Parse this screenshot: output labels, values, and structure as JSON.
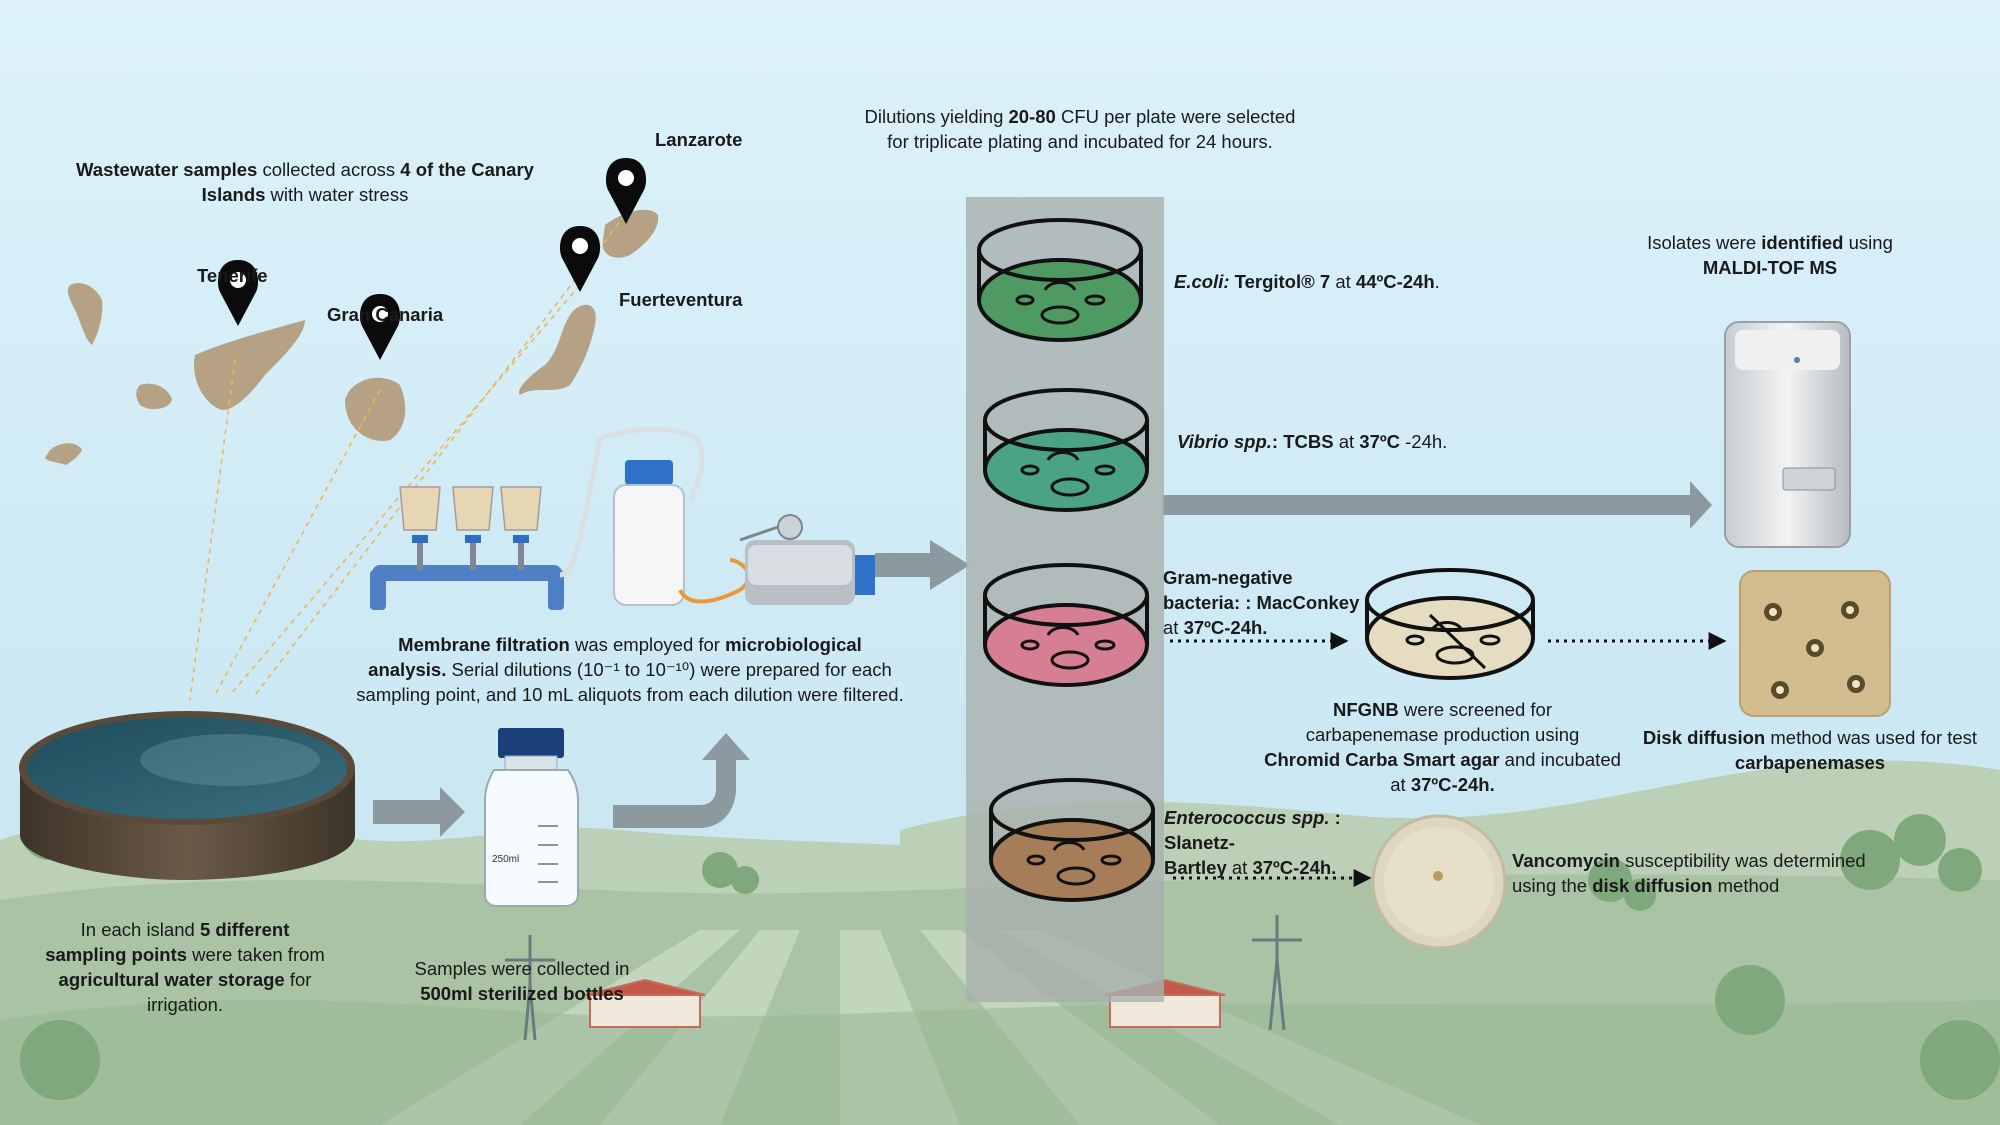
{
  "palette": {
    "sky": "#d9f0f8",
    "hill": "#b9cdb4",
    "field": "#9cba9a",
    "island": "#b5a285",
    "column": "#a8b0ac",
    "arrow": "#8c9aa0",
    "agar_green": "#4f9a63",
    "agar_teal": "#4aa383",
    "agar_pink": "#d77f92",
    "agar_brown": "#a57d58",
    "agar_cream": "#e6dcc1"
  },
  "islands": {
    "lanzarote": "Lanzarote",
    "tenerife": "Tenerife",
    "gran_canaria": "Gran Canaria",
    "fuerteventura": "Fuerteventura"
  },
  "step1": {
    "a": "Wastewater samples",
    "b": " collected across ",
    "c": "4 of the Canary",
    "d": "Islands",
    "e": " with water stress"
  },
  "step2": {
    "a": "In each island ",
    "b": "5 different",
    "c": "sampling points",
    "d": " were taken from",
    "e": "agricultural water storage",
    "f": " for",
    "g": "irrigation."
  },
  "step3": {
    "a": "Samples were collected in",
    "b": "500ml sterilized bottles"
  },
  "step4": {
    "a": "Membrane filtration",
    "b": " was employed for ",
    "c": "microbiological",
    "d": "analysis.",
    "e": " Serial dilutions (10⁻¹ to 10⁻¹⁰) were prepared for each",
    "f": "sampling point, and 10 mL aliquots from each dilution were filtered."
  },
  "step5": {
    "a": "Dilutions yielding ",
    "b": "20-80",
    "c": "  CFU per plate were selected",
    "d": "for triplicate plating and incubated for 24 hours."
  },
  "media": {
    "ecoli_a": "E.coli:",
    "ecoli_b": " Tergitol® 7",
    "ecoli_c": " at ",
    "ecoli_d": "44ºC-24h",
    "ecoli_e": ".",
    "vibrio_a": "Vibrio spp.",
    "vibrio_b": ": TCBS",
    "vibrio_c": " at ",
    "vibrio_d": "37ºC",
    "vibrio_e": " -24h.",
    "gn_a": "Gram-negative",
    "gn_b": "bacteria: : MacConkey",
    "gn_c": "at ",
    "gn_d": "37ºC-24h.",
    "ent_a": "Enterococcus spp.",
    "ent_b": " : Slanetz-",
    "ent_c": "Bartley",
    "ent_d": " at ",
    "ent_e": "37ºC-24h."
  },
  "maldi": {
    "a": "Isolates were ",
    "b": "identified",
    "c": " using",
    "d": "MALDI-TOF MS"
  },
  "nfgnb": {
    "a": "NFGNB",
    "b": " were screened for",
    "c": "carbapenemase production using",
    "d": "Chromid Carba Smart agar",
    "e": " and incubated",
    "f": "at ",
    "g": "37ºC-24h."
  },
  "disk": {
    "a": "Disk diffusion",
    "b": " method was used for test",
    "c": "carbapenemases"
  },
  "vanco": {
    "a": "Vancomycin",
    "b": "  susceptibility  was  determined",
    "c": "using the ",
    "d": "disk diffusion",
    "e": " method"
  },
  "equipment": {
    "bottle_volume": "250ml"
  }
}
